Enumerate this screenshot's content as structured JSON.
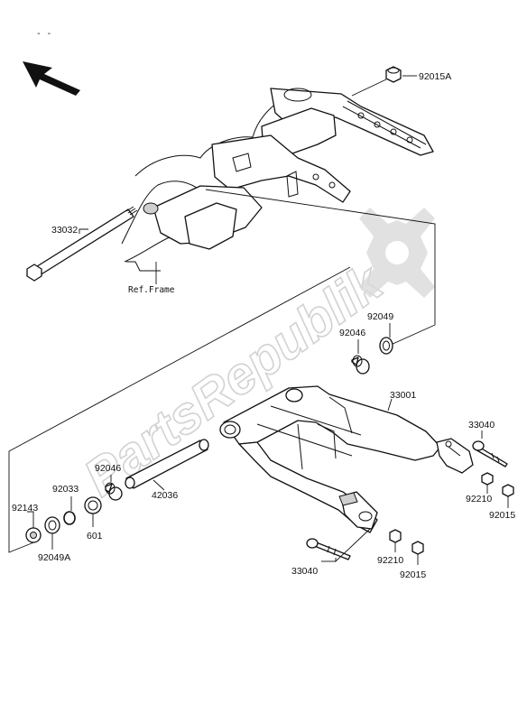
{
  "header": {
    "corner_mark": "- -"
  },
  "frame_label": "Ref.Frame",
  "watermark": {
    "text": "PartsRepublik"
  },
  "parts": {
    "p92015A": "92015A",
    "p33032": "33032",
    "p92049": "92049",
    "p92046_top": "92046",
    "p33001": "33001",
    "p33040_right": "33040",
    "p92046_left": "92046",
    "p42036": "42036",
    "p92033": "92033",
    "p92143": "92143",
    "p601": "601",
    "p92049A": "92049A",
    "p92210_right": "92210",
    "p92015_right": "92015",
    "p33040_bottom": "33040",
    "p92210_bottom": "92210",
    "p92015_bottom": "92015"
  }
}
